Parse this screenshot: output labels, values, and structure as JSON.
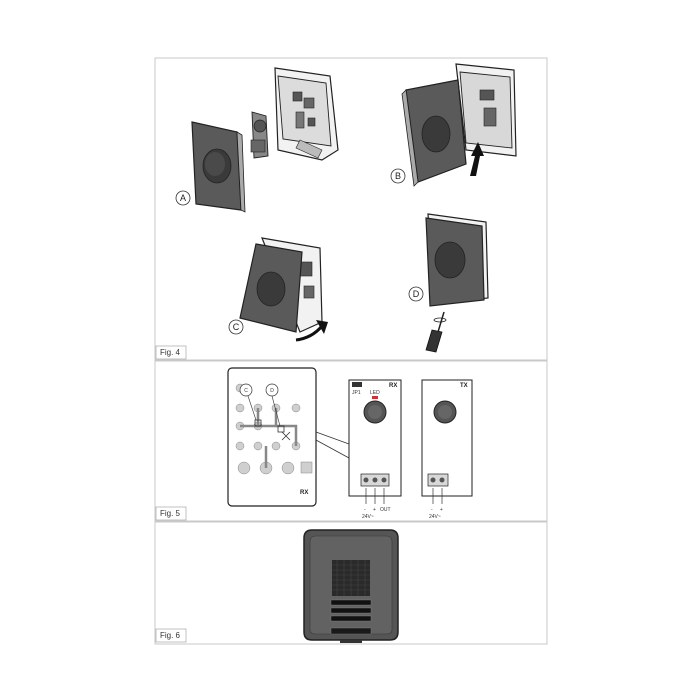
{
  "figures": {
    "fig4": {
      "label": "Fig. 4"
    },
    "fig5": {
      "label": "Fig. 5"
    },
    "fig6": {
      "label": "Fig. 6"
    }
  },
  "callouts": {
    "a": "A",
    "b": "B",
    "c": "C",
    "d": "D"
  },
  "fig5": {
    "board_callout_c": "C",
    "board_callout_d": "D",
    "rx_board_tag": "RX",
    "rx_module_tag": "RX",
    "tx_module_tag": "TX",
    "jp1_label": "JP1",
    "led_label": "LED",
    "rx_terminal_labels": [
      "-",
      "+",
      "OUT"
    ],
    "rx_voltage": "24V~",
    "tx_terminal_labels": [
      "-",
      "+"
    ],
    "tx_voltage": "24V~"
  },
  "colors": {
    "frame": "#c8c8c8",
    "device_dark": "#555555",
    "outline": "#222222"
  }
}
